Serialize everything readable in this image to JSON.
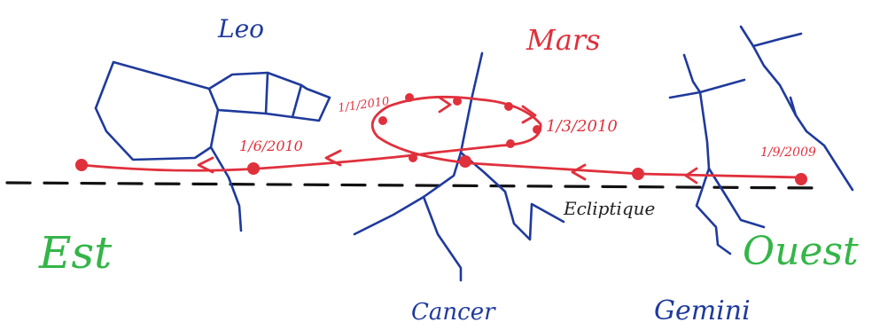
{
  "labels": {
    "leo": "Leo",
    "mars": "Mars",
    "cancer": "Cancer",
    "gemini": "Gemini",
    "est": "Est",
    "ouest": "Ouest",
    "ecliptique": "Ecliptique"
  },
  "dates": {
    "d1": "1/1/2010",
    "d2": "1/3/2010",
    "d3": "1/6/2010",
    "d4": "1/9/2009"
  },
  "colors": {
    "constellation": "#1f3a9c",
    "mars_path": "#e0303c",
    "label_red": "#e0303c",
    "label_green": "#34b548",
    "label_blue": "#1f3a9c",
    "ecliptic": "#111111"
  }
}
